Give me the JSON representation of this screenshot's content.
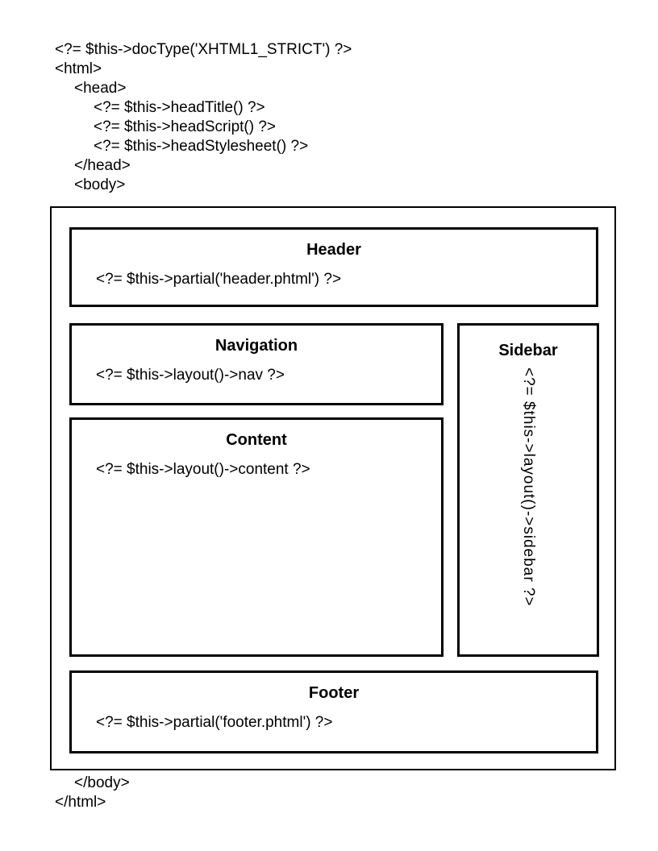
{
  "page": {
    "background": "#ffffff",
    "text_color": "#000000",
    "border_color": "#000000"
  },
  "top_code": {
    "line1": "<?= $this->docType('XHTML1_STRICT') ?>",
    "line2": "<html>",
    "line3": "<head>",
    "line4": "<?= $this->headTitle() ?>",
    "line5": "<?= $this->headScript() ?>",
    "line6": "<?= $this->headStylesheet() ?>",
    "line7": "</head>",
    "line8": "<body>"
  },
  "diagram": {
    "header": {
      "title": "Header",
      "code": "<?= $this->partial('header.phtml') ?>"
    },
    "navigation": {
      "title": "Navigation",
      "code": "<?= $this->layout()->nav ?>"
    },
    "content": {
      "title": "Content",
      "code": "<?= $this->layout()->content ?>"
    },
    "sidebar": {
      "title": "Sidebar",
      "code": "<?= $this->layout()->sidebar ?>"
    },
    "footer": {
      "title": "Footer",
      "code": "<?= $this->partial('footer.phtml') ?>"
    }
  },
  "bottom_code": {
    "line1": "</body>",
    "line2": "</html>"
  }
}
